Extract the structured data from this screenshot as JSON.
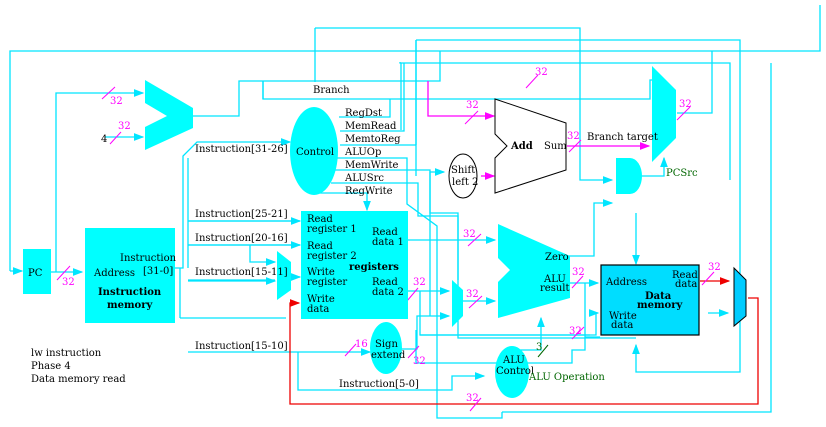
{
  "components": {
    "pc": {
      "label": "PC"
    },
    "instruction_memory": {
      "title": "Instruction memory",
      "title_line1": "Instruction",
      "title_line2": "memory",
      "address_port": "Address",
      "out_port_line1": "Instruction",
      "out_port_line2": "[31-0]"
    },
    "control": {
      "label": "Control"
    },
    "registers": {
      "title": "registers",
      "read_reg1_a": "Read",
      "read_reg1_b": "register 1",
      "read_reg2_a": "Read",
      "read_reg2_b": "register 2",
      "write_reg_a": "Write",
      "write_reg_b": "register",
      "write_data_a": "Write",
      "write_data_b": "data",
      "read_data1_a": "Read",
      "read_data1_b": "data 1",
      "read_data2_a": "Read",
      "read_data2_b": "data 2"
    },
    "sign_extend": {
      "line1": "Sign",
      "line2": "extend"
    },
    "shift_left": {
      "line1": "Shift",
      "line2": "left 2"
    },
    "adder": {
      "label": "Add",
      "sum": "Sum"
    },
    "alu": {
      "zero": "Zero",
      "result_a": "ALU",
      "result_b": "result"
    },
    "alu_control": {
      "line1": "ALU",
      "line2": "Control"
    },
    "data_memory": {
      "address_port": "Address",
      "write_data_a": "Write",
      "write_data_b": "data",
      "read_data_a": "Read",
      "read_data_b": "data",
      "title_line1": "Data",
      "title_line2": "memory"
    },
    "pc_adder": {
      "const": "4"
    }
  },
  "control_signals": [
    "RegDst",
    "MemRead",
    "MemtoReg",
    "ALUOp",
    "MemWrite",
    "ALUSrc",
    "RegWrite"
  ],
  "signal_labels": {
    "branch": "Branch",
    "branch_target": "Branch target",
    "pcsrc": "PCSrc",
    "alu_operation": "ALU Operation"
  },
  "instruction_fields": {
    "op": "Instruction[31-26]",
    "rs": "Instruction[25-21]",
    "rt": "Instruction[20-16]",
    "rd": "Instruction[15-11]",
    "imm": "Instruction[15-10]",
    "funct": "Instruction[5-0]"
  },
  "bus_widths": {
    "w32": "32",
    "w16": "16",
    "w3": "3"
  },
  "caption": {
    "line1": "lw instruction",
    "line2": "Phase 4",
    "line3": "Data memory read"
  },
  "colors": {
    "datapath_wire": "#00e5ff",
    "active_path": "#ee0000",
    "branch_path": "#ff00ff",
    "bus_width_label": "#ff00ff",
    "alu_op_label": "#006600",
    "block_fill": "#00ffff",
    "data_memory_fill": "#00ddff"
  }
}
